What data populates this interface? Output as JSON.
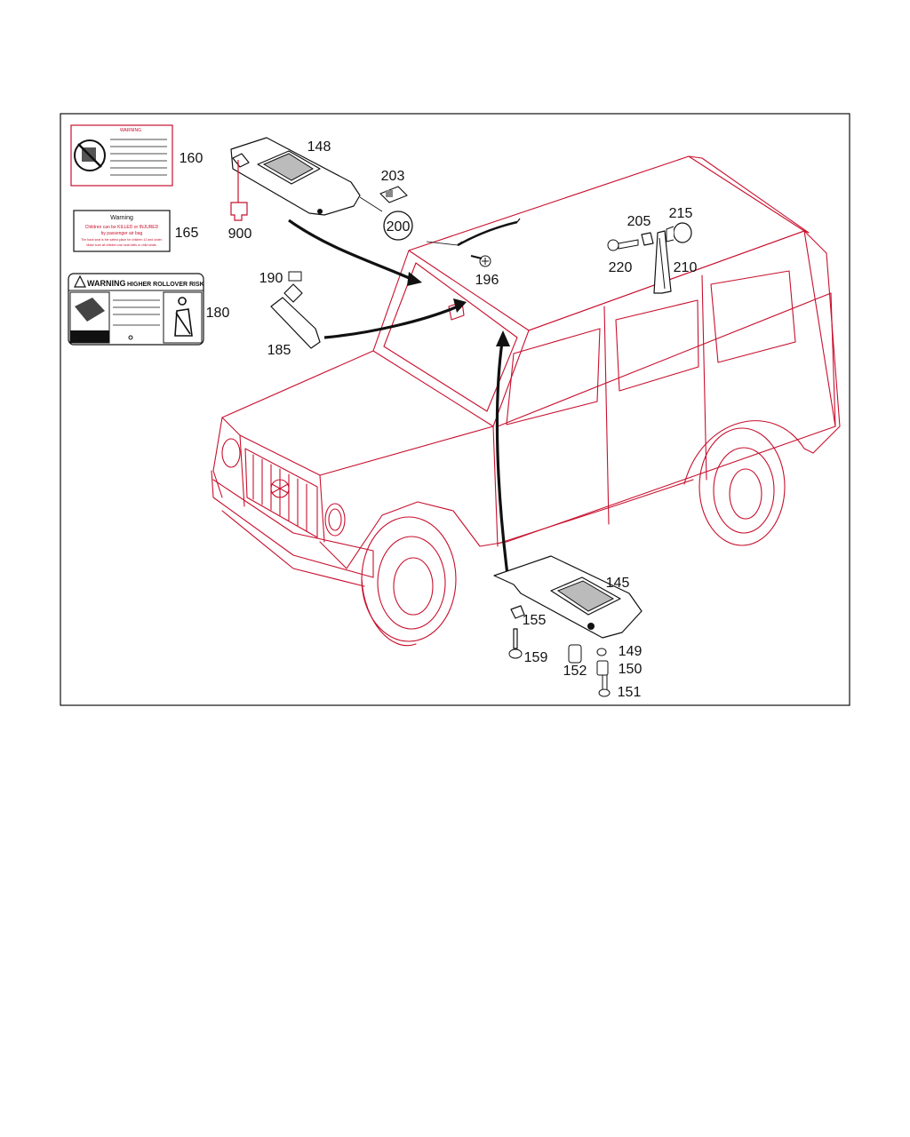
{
  "labels": {
    "warning_160": {
      "title": "WARNING"
    },
    "warning_165": {
      "title": "Warning",
      "line1": "Children can be KILLED or INJURED",
      "line2": "by passenger air bag",
      "line3": "The back seat is the safest place for children 12 and under.",
      "line4": "Make sure all children use seat belts or child seats."
    },
    "warning_180": {
      "title": "WARNING",
      "subtitle": "HIGHER ROLLOVER RISK"
    }
  },
  "callouts": {
    "c145": "145",
    "c148": "148",
    "c149": "149",
    "c150": "150",
    "c151": "151",
    "c152": "152",
    "c155": "155",
    "c159": "159",
    "c160": "160",
    "c165": "165",
    "c180": "180",
    "c185": "185",
    "c190": "190",
    "c196": "196",
    "c200": "200",
    "c203": "203",
    "c205": "205",
    "c210": "210",
    "c215": "215",
    "c220": "220",
    "c900": "900"
  },
  "colors": {
    "line_art": "#c8102e",
    "parts": "#111111",
    "frame": "#111111"
  }
}
